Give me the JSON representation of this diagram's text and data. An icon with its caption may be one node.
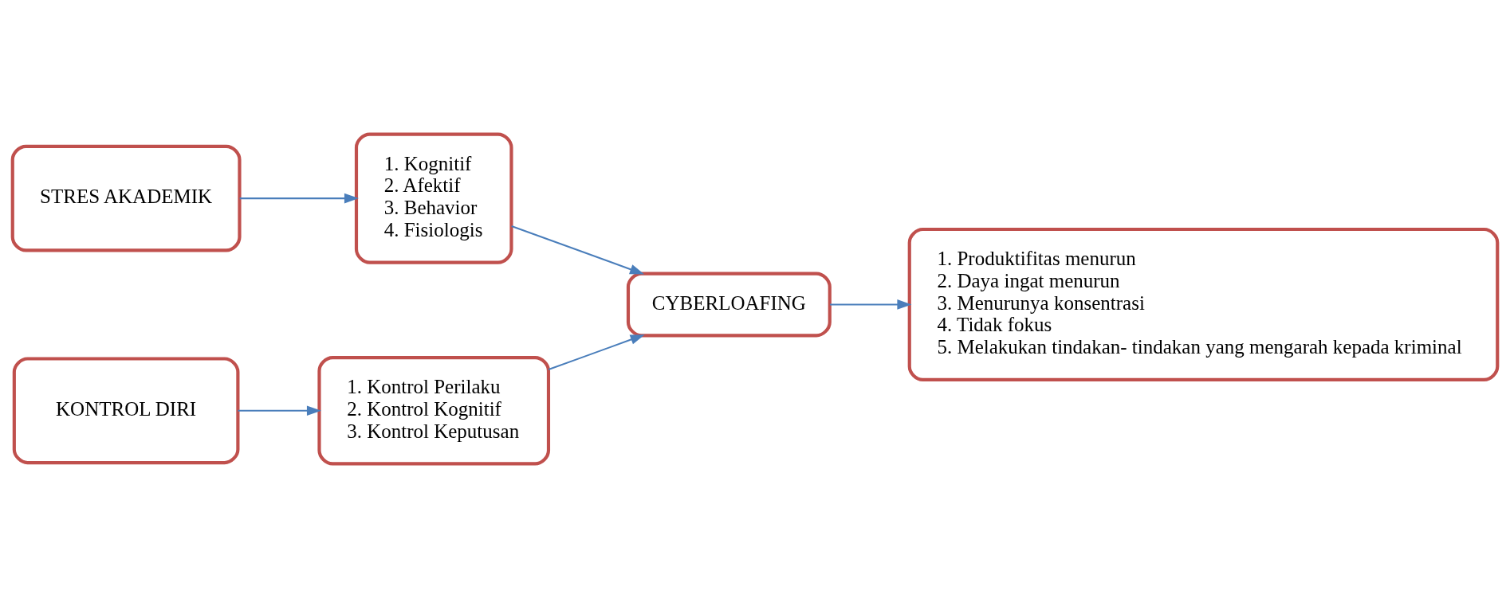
{
  "diagram": {
    "nodes": [
      {
        "text": [
          "STRES AKADEMIK"
        ]
      },
      {
        "text": [
          "1. Kognitif",
          "2. Afektif",
          "3. Behavior",
          "4. Fisiologis"
        ]
      },
      {
        "text": [
          "KONTROL DIRI"
        ]
      },
      {
        "text": [
          "1. Kontrol Perilaku",
          "2. Kontrol Kognitif",
          "3. Kontrol Keputusan"
        ]
      },
      {
        "text": [
          "CYBERLOAFING"
        ]
      },
      {
        "text": [
          "1. Produktifitas menurun",
          "2. Daya ingat menurun",
          "3. Menurunya konsentrasi",
          "4. Tidak fokus",
          "5. Melakukan tindakan- tindakan yang mengarah kepada kriminal"
        ]
      }
    ],
    "edges": [
      {
        "from": 0,
        "to": 1,
        "arrow": "to"
      },
      {
        "from": 2,
        "to": 3,
        "arrow": "to"
      },
      {
        "from": 1,
        "to": 4,
        "arrow": "to"
      },
      {
        "from": 3,
        "to": 4,
        "arrow": "to"
      },
      {
        "from": 4,
        "to": 5,
        "arrow": "to"
      }
    ]
  }
}
